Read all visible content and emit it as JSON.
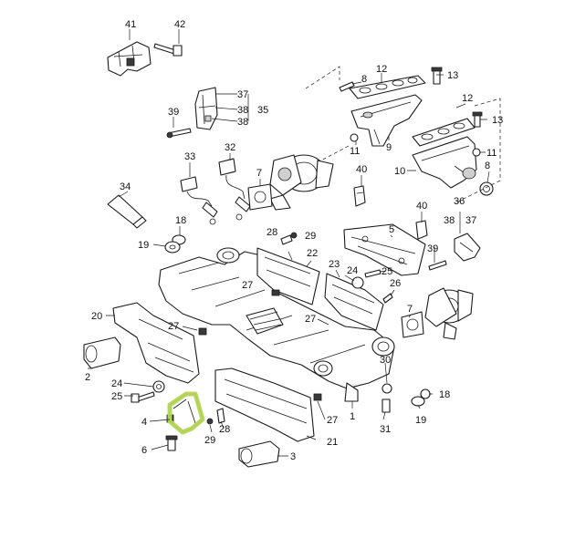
{
  "diagram": {
    "highlight_color": "#b5d65a",
    "line_color": "#1a1a1a",
    "background": "#ffffff",
    "highlighted_part": "4",
    "callouts": [
      "41",
      "42",
      "8",
      "12",
      "13",
      "37",
      "38",
      "39",
      "38",
      "35",
      "12",
      "13",
      "11",
      "9",
      "11",
      "32",
      "33",
      "7",
      "40",
      "10",
      "8",
      "34",
      "18",
      "19",
      "28",
      "29",
      "22",
      "40",
      "36",
      "38",
      "37",
      "5",
      "39",
      "23",
      "24",
      "25",
      "26",
      "27",
      "20",
      "27",
      "27",
      "7",
      "2",
      "24",
      "25",
      "4",
      "6",
      "29",
      "28",
      "30",
      "18",
      "31",
      "19",
      "1",
      "27",
      "21",
      "3"
    ]
  }
}
